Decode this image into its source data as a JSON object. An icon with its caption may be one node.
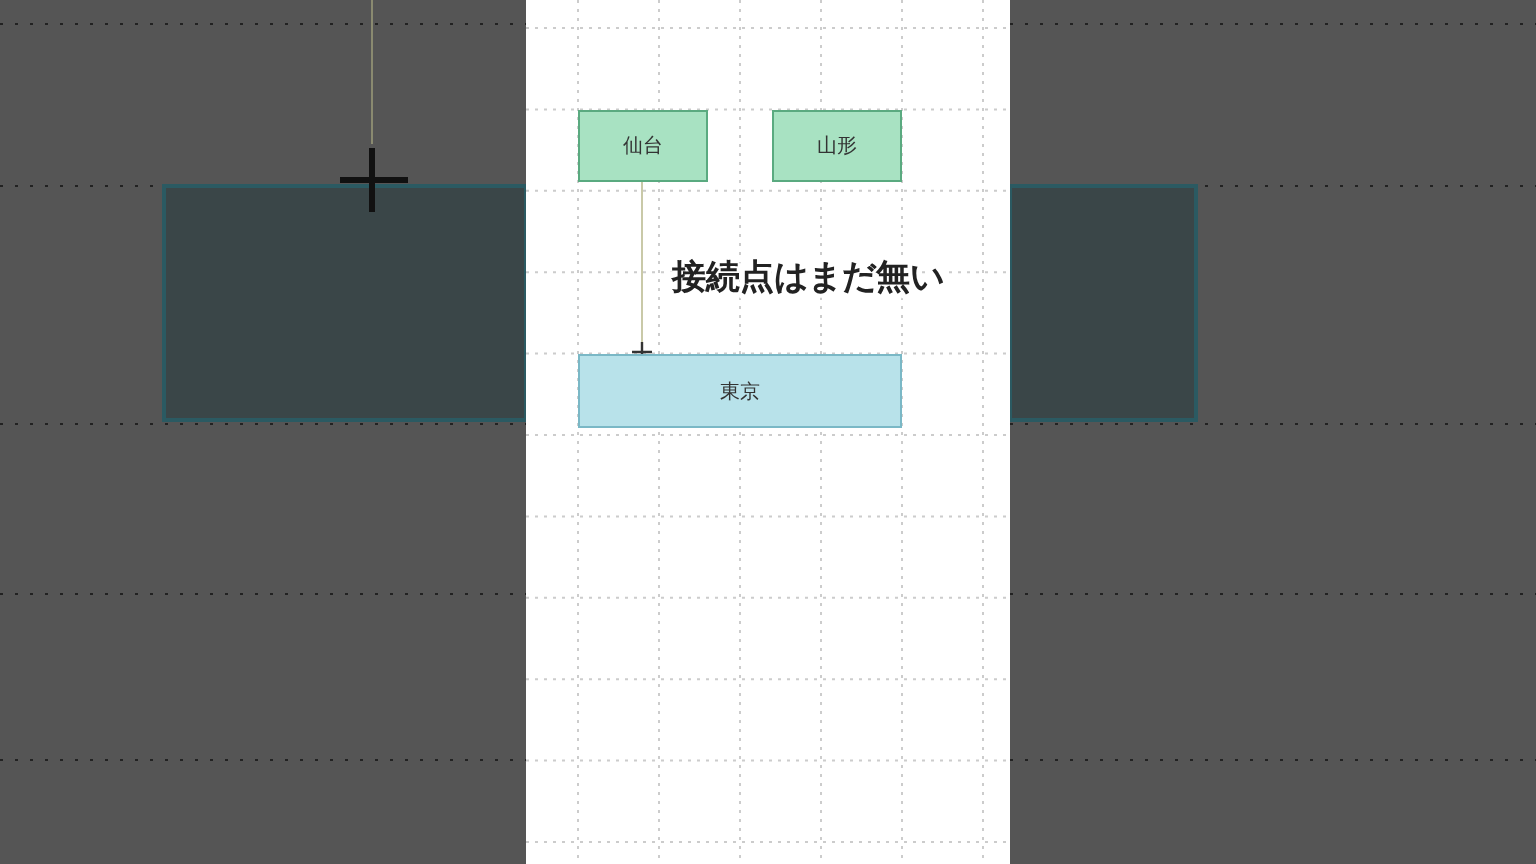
{
  "diagram": {
    "nodes": [
      {
        "text": [
          "仙台"
        ]
      },
      {
        "text": [
          "山形"
        ]
      },
      {
        "text": [
          "東京"
        ]
      }
    ],
    "edges": [
      {
        "from": 0,
        "to": 2,
        "arrow": "none"
      }
    ],
    "labels": [
      "接続点はまだ無い"
    ]
  }
}
